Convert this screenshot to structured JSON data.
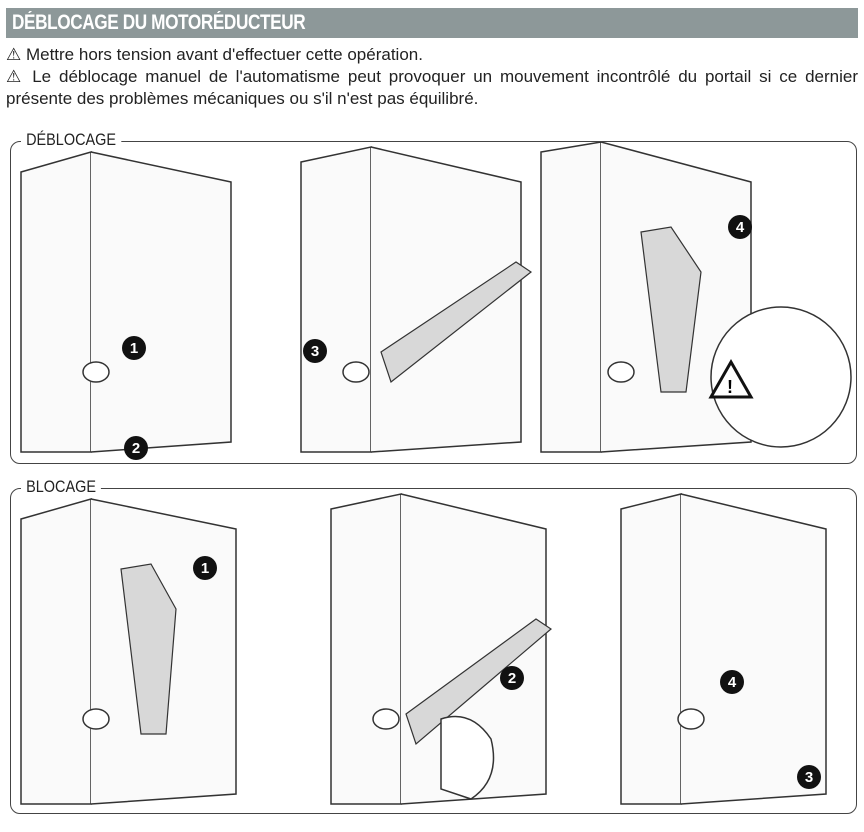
{
  "header": {
    "title": "DÉBLOCAGE DU MOTORÉDUCTEUR"
  },
  "warnings": [
    "⚠ Mettre hors tension avant d'effectuer cette opération.",
    "⚠ Le déblocage manuel de l'automatisme peut provoquer un mouvement incontrôlé du portail si ce dernier présente des problèmes mécaniques ou s'il n'est pas équilibré."
  ],
  "sections": [
    {
      "label": "DÉBLOCAGE",
      "steps": [
        "1",
        "2",
        "3",
        "4"
      ]
    },
    {
      "label": "BLOCAGE",
      "steps": [
        "1",
        "2",
        "4",
        "3"
      ]
    }
  ]
}
